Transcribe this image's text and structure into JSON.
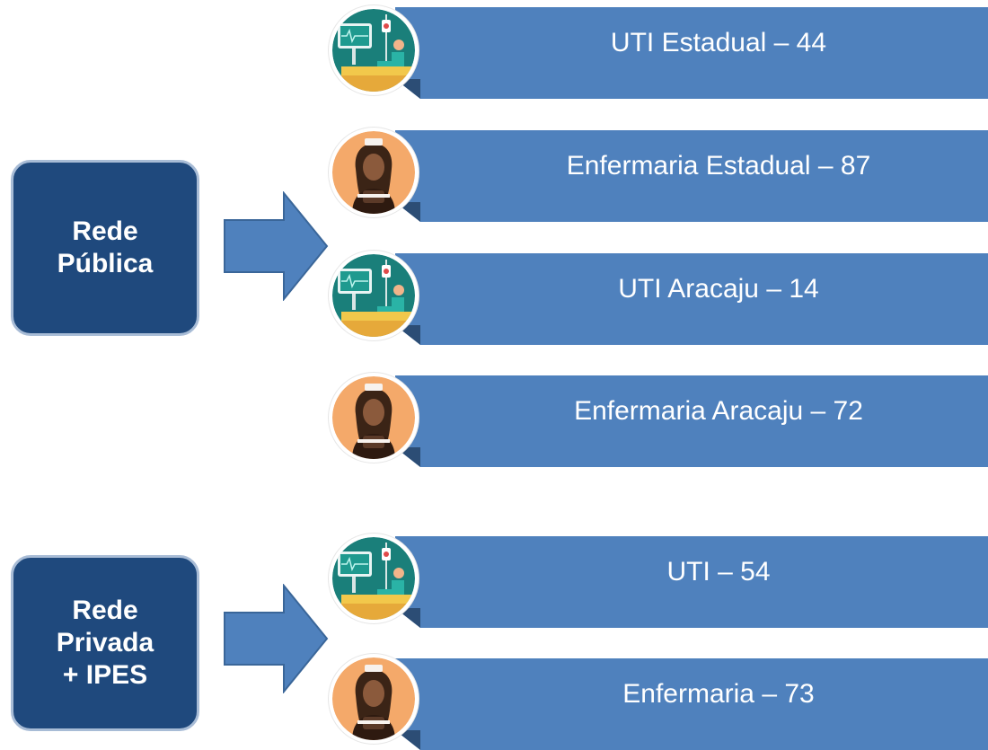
{
  "groups": [
    {
      "id": "publica",
      "lines": [
        "Rede",
        "Pública"
      ],
      "items": [
        {
          "label": "UTI Estadual – 44",
          "icon": "icu-bed-icon"
        },
        {
          "label": "Enfermaria Estadual – 87",
          "icon": "nurse-icon"
        },
        {
          "label": "UTI Aracaju – 14",
          "icon": "icu-bed-icon"
        },
        {
          "label": "Enfermaria Aracaju – 72",
          "icon": "nurse-icon"
        }
      ]
    },
    {
      "id": "privada",
      "lines": [
        "Rede",
        "Privada",
        "+ IPES"
      ],
      "items": [
        {
          "label": "UTI – 54",
          "icon": "icu-bed-icon"
        },
        {
          "label": "Enfermaria – 73",
          "icon": "nurse-icon"
        }
      ]
    }
  ],
  "colors": {
    "group_box": "#1f497d",
    "banner": "#4f81bd",
    "arrow": "#4f81bd",
    "icu_circle": "#1a7f7a",
    "nurse_circle": "#f4a96a"
  }
}
